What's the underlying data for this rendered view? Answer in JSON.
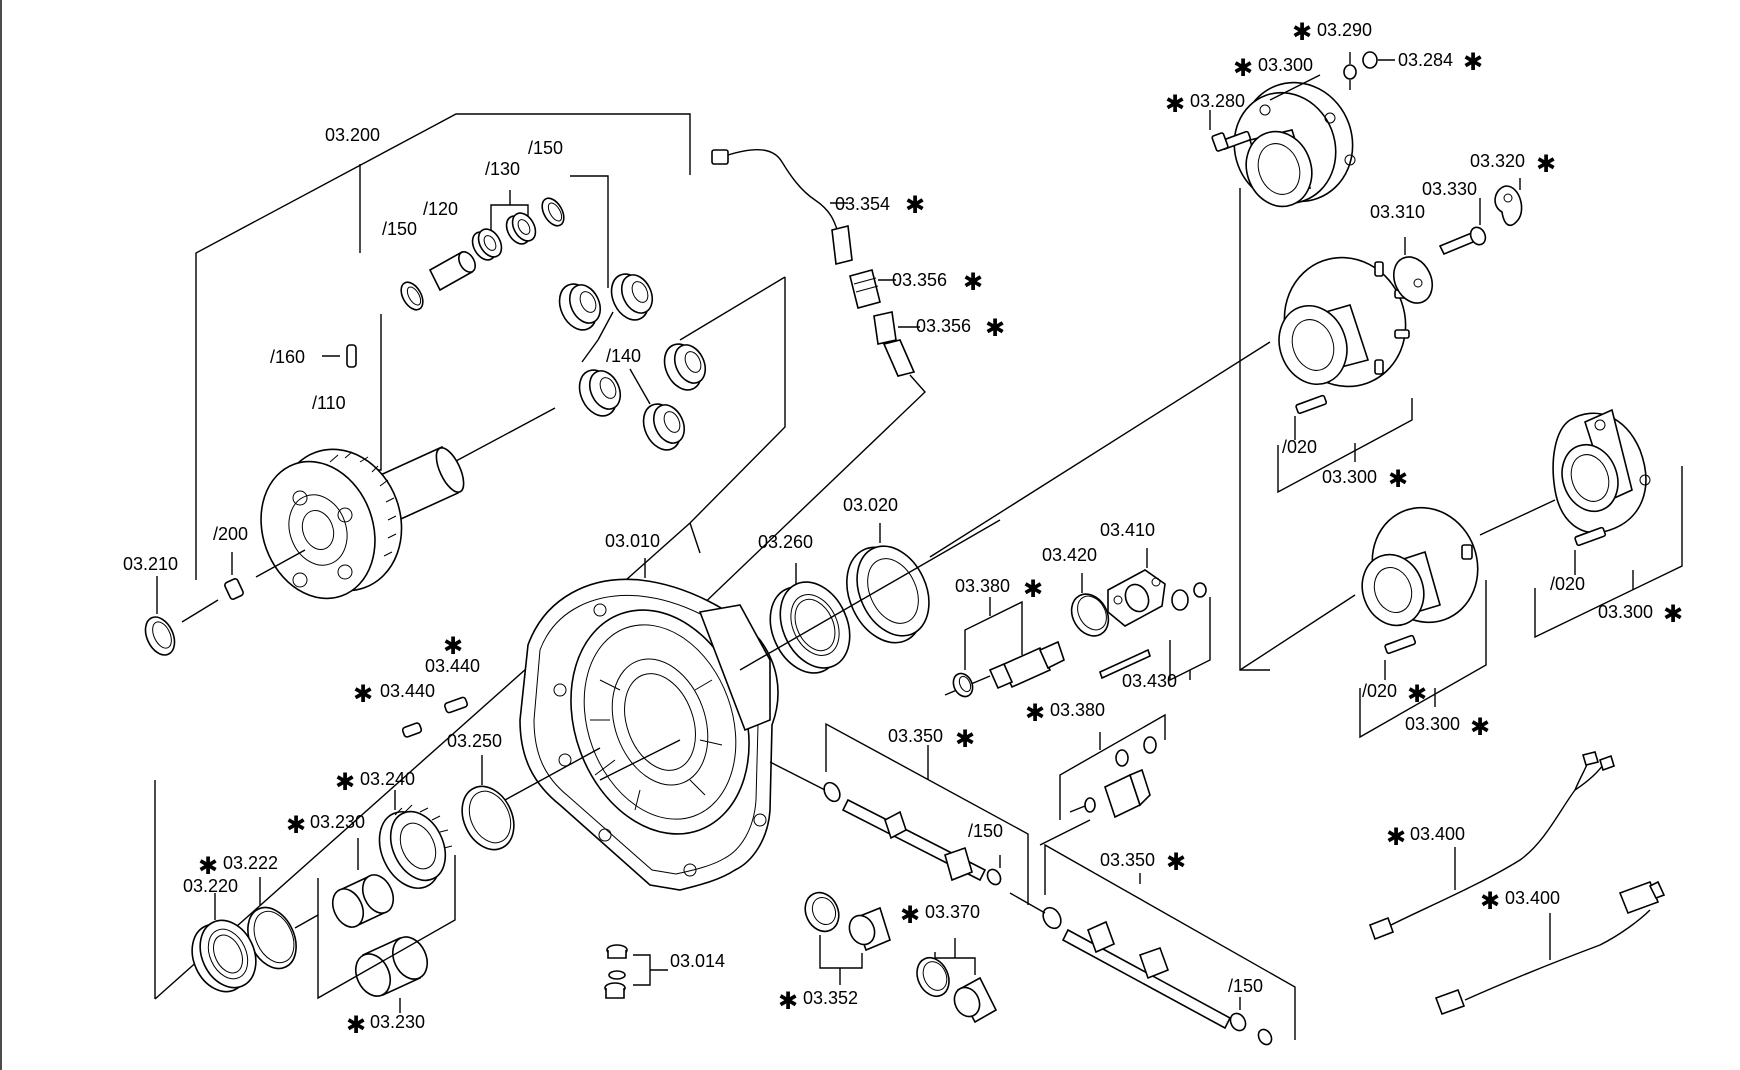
{
  "labels": {
    "l_03_200": "03.200",
    "l_150a": "/150",
    "l_130": "/130",
    "l_120": "/120",
    "l_150b": "/150",
    "l_160": "/160",
    "l_140": "/140",
    "l_110": "/110",
    "l_200": "/200",
    "l_03_210": "03.210",
    "l_03_354": "03.354",
    "l_03_356a": "03.356",
    "l_03_356b": "03.356",
    "l_03_290": "03.290",
    "l_03_300a": "03.300",
    "l_03_284": "03.284",
    "l_03_280": "03.280",
    "l_03_320": "03.320",
    "l_03_330": "03.330",
    "l_03_310": "03.310",
    "l_020a": "/020",
    "l_03_300b": "03.300",
    "l_03_010": "03.010",
    "l_03_260": "03.260",
    "l_03_020": "03.020",
    "l_03_410": "03.410",
    "l_03_420": "03.420",
    "l_03_380a": "03.380",
    "l_03_430": "03.430",
    "l_020b": "/020",
    "l_03_300c": "03.300",
    "l_020c": "/020",
    "l_03_300d": "03.300",
    "l_03_440a": "03.440",
    "l_03_440b": "03.440",
    "l_03_250": "03.250",
    "l_03_240": "03.240",
    "l_03_230a": "03.230",
    "l_03_222": "03.222",
    "l_03_220": "03.220",
    "l_03_230b": "03.230",
    "l_03_350a": "03.350",
    "l_150c": "/150",
    "l_03_380b": "03.380",
    "l_03_350b": "03.350",
    "l_150d": "/150",
    "l_03_014": "03.014",
    "l_03_370": "03.370",
    "l_03_352": "03.352",
    "l_03_400a": "03.400",
    "l_03_400b": "03.400"
  },
  "marker": "✱"
}
